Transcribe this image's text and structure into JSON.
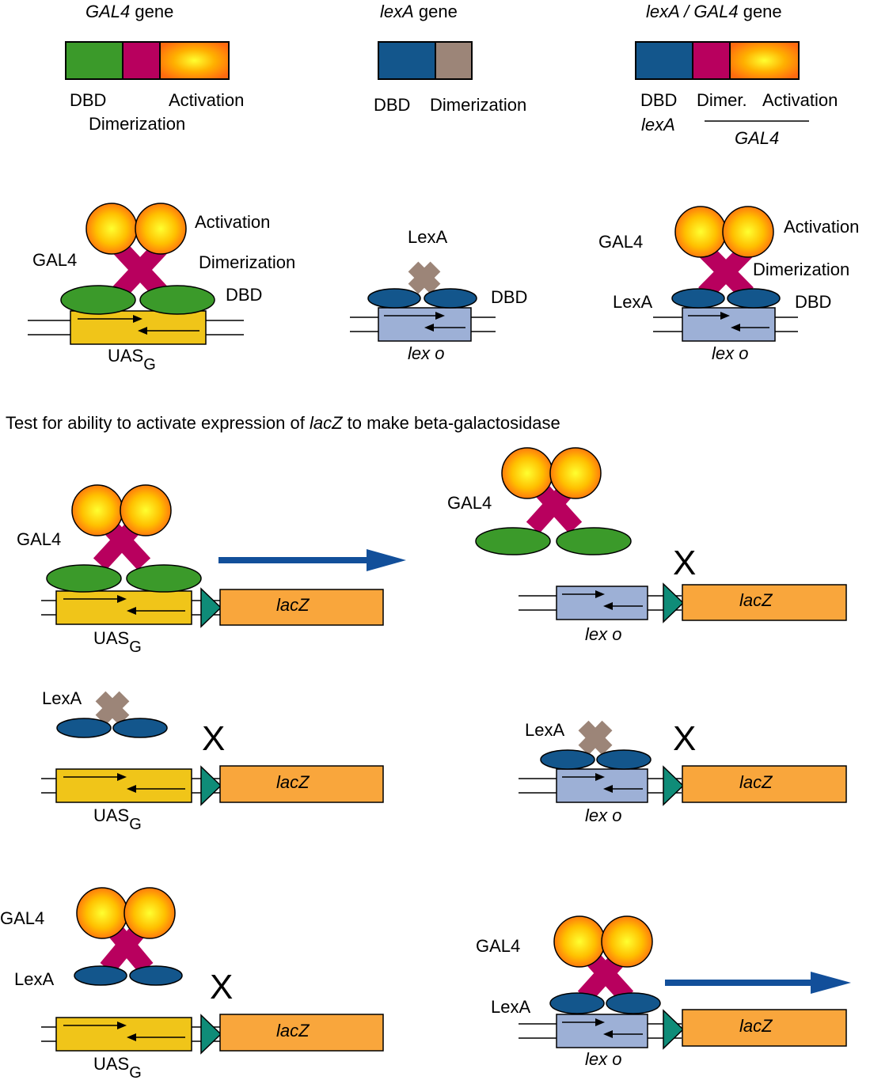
{
  "genes": {
    "gal4": {
      "name": "GAL4",
      "suffix": " gene",
      "dbd": "DBD",
      "activation": "Activation",
      "dimerization": "Dimerization"
    },
    "lexa": {
      "name": "lexA",
      "suffix": " gene",
      "dbd": "DBD",
      "dimerization": "Dimerization"
    },
    "fusion": {
      "name1": "lexA",
      "sep": " / ",
      "name2": "GAL4",
      "suffix": " gene",
      "dbd": "DBD",
      "dimer": "Dimer.",
      "activation": "Activation",
      "lexa": "lexA",
      "gal4": "GAL4"
    }
  },
  "proteins": {
    "gal4": {
      "name": "GAL4",
      "activation": "Activation",
      "dimerization": "Dimerization",
      "dbd": "DBD",
      "site_main": "UAS",
      "site_sub": "G"
    },
    "lexa": {
      "name": "LexA",
      "dbd": "DBD",
      "site": "lex o"
    },
    "fusion": {
      "gal4": "GAL4",
      "lexa": "LexA",
      "activation": "Activation",
      "dimerization": "Dimerization",
      "dbd": "DBD",
      "site": "lex o"
    }
  },
  "test": {
    "pre": "Test for ability to activate expression of ",
    "gene": "lacZ",
    "post": " to make beta-galactosidase"
  },
  "panels": {
    "reporter": "lacZ",
    "no_expression": "X",
    "uas_main": "UAS",
    "uas_sub": "G",
    "lexo": "lex o",
    "gal4": "GAL4",
    "lexa": "LexA"
  },
  "colors": {
    "green": "#3b9a2a",
    "magenta": "#b8005e",
    "blue": "#13568c",
    "taupe": "#9c8578",
    "uas_yellow": "#f0c519",
    "lexo_blue": "#9db0d6",
    "lacz_orange": "#f9a63c",
    "promoter_teal": "#0f8c78",
    "arrow_blue": "#124f9a"
  }
}
